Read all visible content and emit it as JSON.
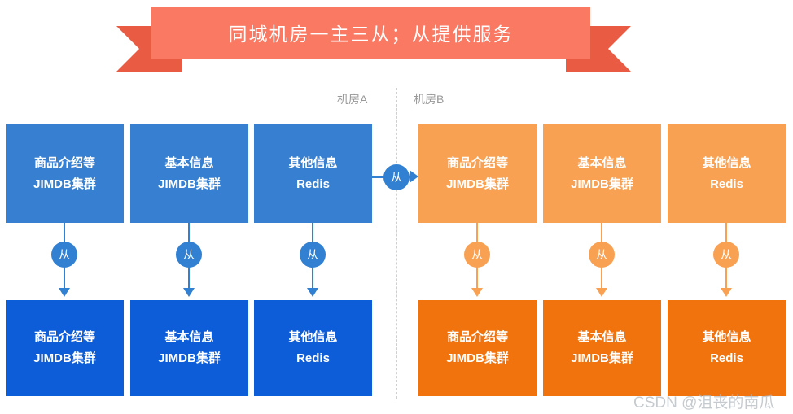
{
  "banner": {
    "title": "同城机房一主三从；从提供服务"
  },
  "rooms": {
    "a": "机房A",
    "b": "机房B"
  },
  "labels": {
    "replica": "从"
  },
  "watermark": "CSDN @沮丧的南瓜",
  "colors": {
    "banner_main": "#FA7963",
    "banner_ribbon": "#E95B42",
    "room_a_master": "#3780D1",
    "room_a_replica": "#0D5DD9",
    "room_b_master": "#F9A153",
    "room_b_replica": "#F1730D",
    "zone_label": "#999999",
    "separator": "#CFCFCF"
  },
  "boxes": {
    "room_a_master": [
      {
        "line1": "商品介绍等",
        "line2": "JIMDB集群"
      },
      {
        "line1": "基本信息",
        "line2": "JIMDB集群"
      },
      {
        "line1": "其他信息",
        "line2": "Redis"
      }
    ],
    "room_a_replica": [
      {
        "line1": "商品介绍等",
        "line2": "JIMDB集群"
      },
      {
        "line1": "基本信息",
        "line2": "JIMDB集群"
      },
      {
        "line1": "其他信息",
        "line2": "Redis"
      }
    ],
    "room_b_master": [
      {
        "line1": "商品介绍等",
        "line2": "JIMDB集群"
      },
      {
        "line1": "基本信息",
        "line2": "JIMDB集群"
      },
      {
        "line1": "其他信息",
        "line2": "Redis"
      }
    ],
    "room_b_replica": [
      {
        "line1": "商品介绍等",
        "line2": "JIMDB集群"
      },
      {
        "line1": "基本信息",
        "line2": "JIMDB集群"
      },
      {
        "line1": "其他信息",
        "line2": "Redis"
      }
    ]
  }
}
